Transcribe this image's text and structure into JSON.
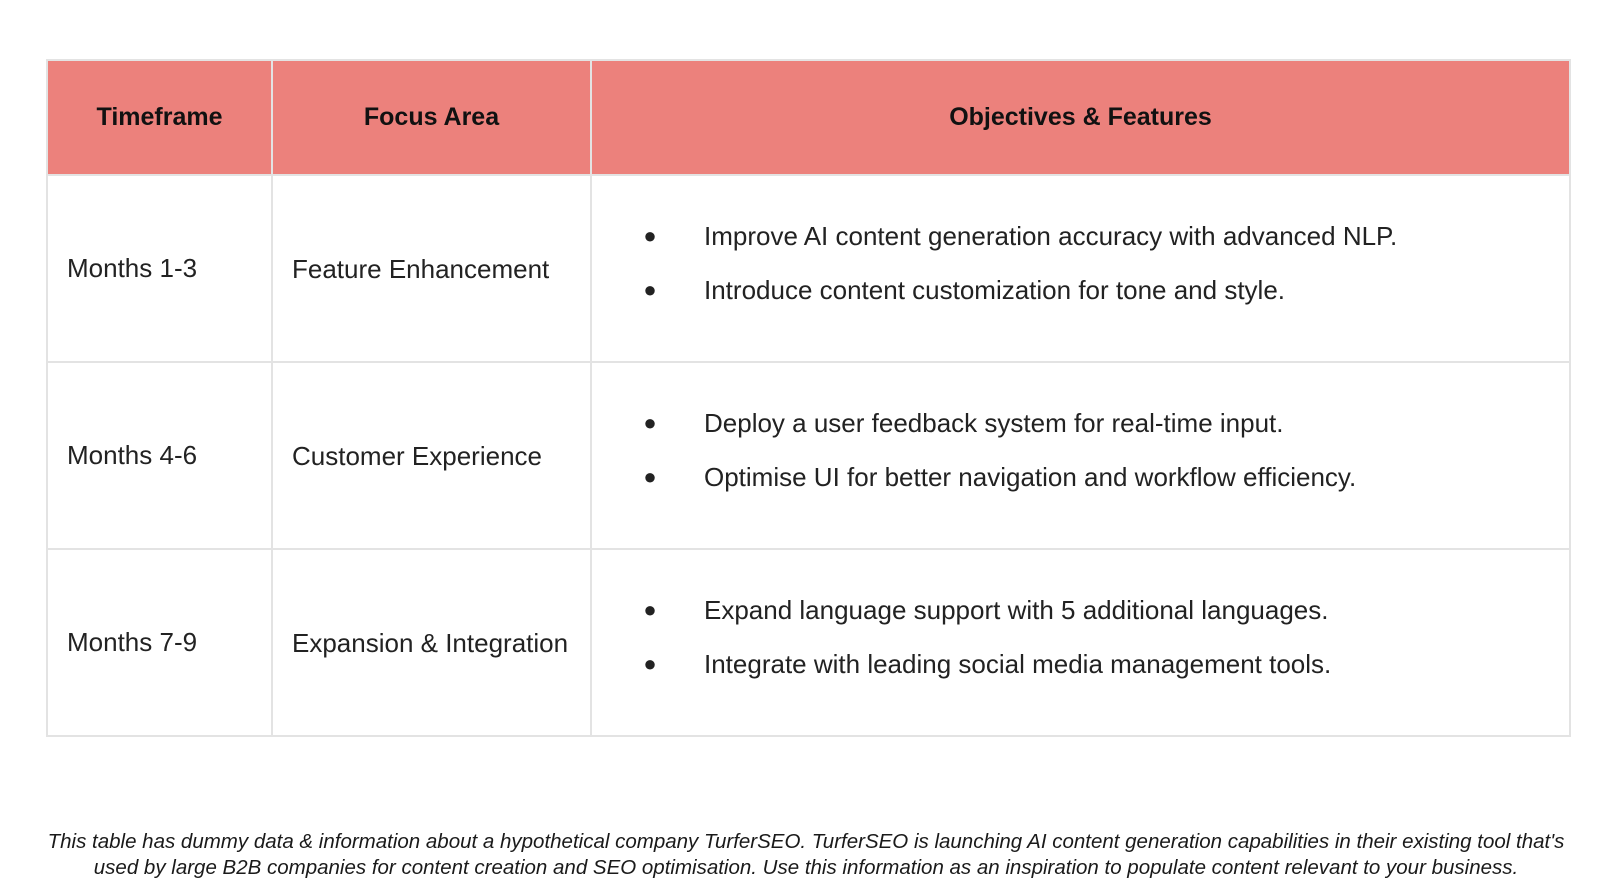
{
  "table": {
    "headers": {
      "timeframe": "Timeframe",
      "focus_area": "Focus Area",
      "objectives": "Objectives & Features"
    },
    "rows": [
      {
        "timeframe": "Months 1-3",
        "focus_area": "Feature Enhancement",
        "objectives": [
          "Improve AI content generation accuracy with advanced NLP.",
          "Introduce content customization for tone and style."
        ]
      },
      {
        "timeframe": "Months 4-6",
        "focus_area": "Customer Experience",
        "objectives": [
          "Deploy a user feedback system for real-time input.",
          "Optimise UI for better navigation and workflow efficiency."
        ]
      },
      {
        "timeframe": "Months 7-9",
        "focus_area": "Expansion & Integration",
        "objectives": [
          "Expand language support with 5 additional languages.",
          "Integrate with leading social media management tools."
        ]
      }
    ],
    "bullet": "●"
  },
  "footnote": "This table has dummy data & information about a hypothetical company TurferSEO. TurferSEO is launching AI content generation capabilities in their existing tool that's used by large B2B companies for content creation and SEO optimisation. Use this information as an inspiration to populate content relevant to your business.",
  "colors": {
    "header_background": "#ec817c",
    "border": "#e3e3e3",
    "background": "#ffffff",
    "text": "#1f1f1f"
  }
}
